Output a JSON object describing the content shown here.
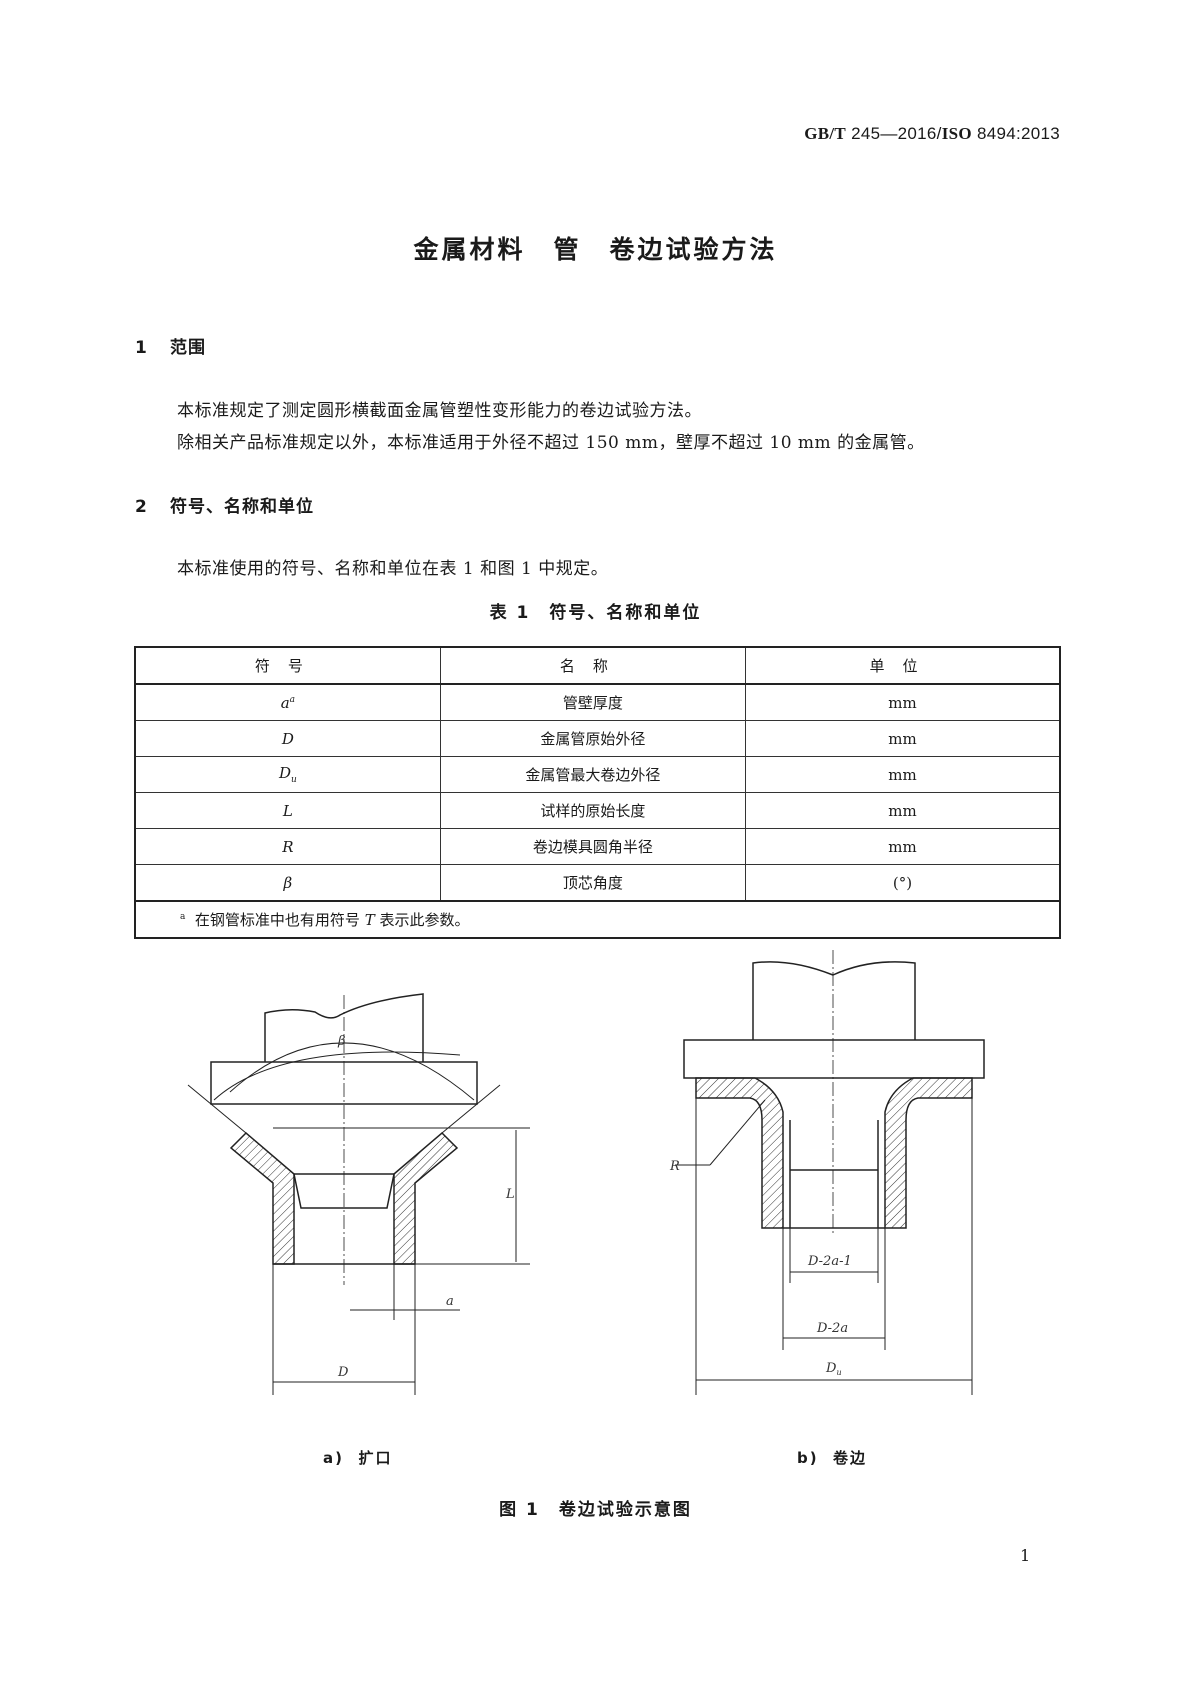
{
  "header": {
    "std_prefix": "GB/T",
    "std_number": "245—2016/",
    "iso_prefix": "ISO",
    "iso_number": "8494:2013"
  },
  "title": "金属材料　管　卷边试验方法",
  "sections": [
    {
      "number": "1",
      "heading": "范围",
      "paragraphs": [
        "本标准规定了测定圆形横截面金属管塑性变形能力的卷边试验方法。",
        "除相关产品标准规定以外，本标准适用于外径不超过 150 mm，壁厚不超过 10 mm 的金属管。"
      ]
    },
    {
      "number": "2",
      "heading": "符号、名称和单位",
      "paragraphs": [
        "本标准使用的符号、名称和单位在表 1 和图 1 中规定。"
      ]
    }
  ],
  "table": {
    "title": "表 1　符号、名称和单位",
    "headers": [
      "符号",
      "名称",
      "单位"
    ],
    "rows": [
      {
        "symbol": "a",
        "sup": "a",
        "sub": "",
        "name": "管壁厚度",
        "unit": "mm"
      },
      {
        "symbol": "D",
        "sup": "",
        "sub": "",
        "name": "金属管原始外径",
        "unit": "mm"
      },
      {
        "symbol": "D",
        "sup": "",
        "sub": "u",
        "name": "金属管最大卷边外径",
        "unit": "mm"
      },
      {
        "symbol": "L",
        "sup": "",
        "sub": "",
        "name": "试样的原始长度",
        "unit": "mm"
      },
      {
        "symbol": "R",
        "sup": "",
        "sub": "",
        "name": "卷边模具圆角半径",
        "unit": "mm"
      },
      {
        "symbol": "β",
        "sup": "",
        "sub": "",
        "name": "顶芯角度",
        "unit": "(°)"
      }
    ],
    "note": {
      "marker": "a",
      "text_before": "在钢管标准中也有用符号",
      "symbol": "T",
      "text_after": "表示此参数。"
    }
  },
  "figure": {
    "sub_a": {
      "label": "a)",
      "caption": "扩口",
      "dims": {
        "beta": "β",
        "L": "L",
        "a": "a",
        "D": "D"
      }
    },
    "sub_b": {
      "label": "b)",
      "caption": "卷边",
      "dims": {
        "R": "R",
        "inner1": "D-2a-1",
        "inner2": "D-2a",
        "Du": "D",
        "Du_sub": "u"
      }
    },
    "title": "图 1　卷边试验示意图"
  },
  "page_number": "1"
}
